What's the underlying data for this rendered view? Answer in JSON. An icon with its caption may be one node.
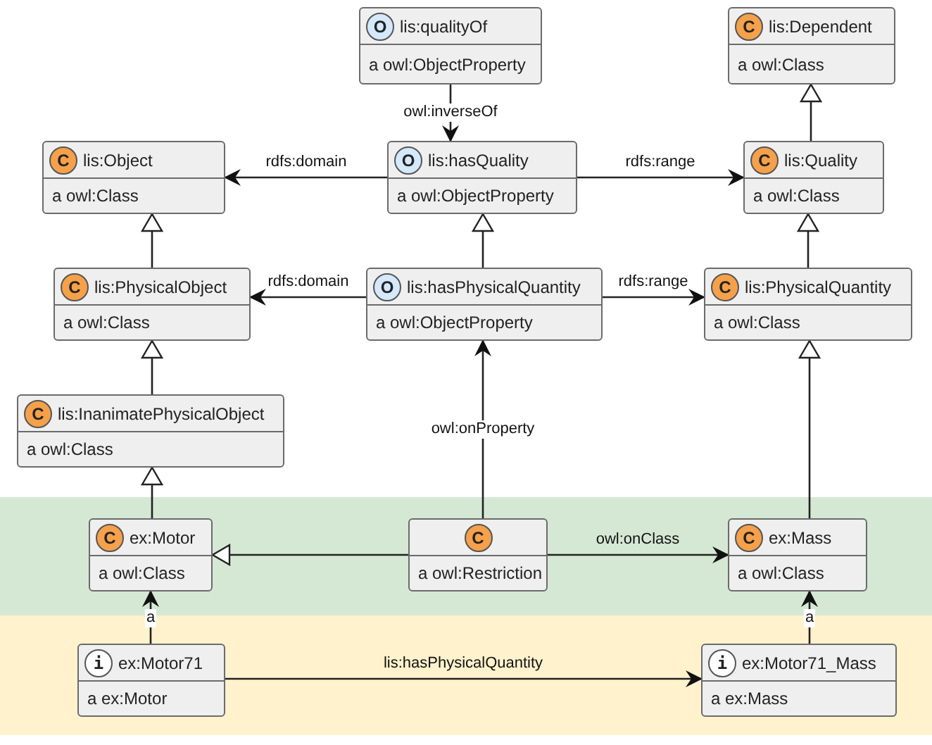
{
  "diagram": {
    "nodes": [
      {
        "text": [
          "O",
          "lis:qualityOf",
          "a owl:ObjectProperty"
        ]
      },
      {
        "text": [
          "C",
          "lis:Dependent",
          "a owl:Class"
        ]
      },
      {
        "text": [
          "C",
          "lis:Object",
          "a owl:Class"
        ]
      },
      {
        "text": [
          "O",
          "lis:hasQuality",
          "a owl:ObjectProperty"
        ]
      },
      {
        "text": [
          "C",
          "lis:Quality",
          "a owl:Class"
        ]
      },
      {
        "text": [
          "C",
          "lis:PhysicalObject",
          "a owl:Class"
        ]
      },
      {
        "text": [
          "O",
          "lis:hasPhysicalQuantity",
          "a owl:ObjectProperty"
        ]
      },
      {
        "text": [
          "C",
          "lis:PhysicalQuantity",
          "a owl:Class"
        ]
      },
      {
        "text": [
          "C",
          "lis:InanimatePhysicalObject",
          "a owl:Class"
        ]
      },
      {
        "text": [],
        "shape": "band"
      },
      {
        "text": [
          "C",
          "ex:Motor",
          "a owl:Class"
        ],
        "in": 9
      },
      {
        "text": [
          "C",
          "a owl:Restriction"
        ],
        "in": 9
      },
      {
        "text": [
          "C",
          "ex:Mass",
          "a owl:Class"
        ],
        "in": 9
      },
      {
        "text": [],
        "shape": "band"
      },
      {
        "text": [
          "i",
          "ex:Motor71",
          "a ex:Motor"
        ],
        "in": 13
      },
      {
        "text": [
          "i",
          "ex:Motor71_Mass",
          "a ex:Mass"
        ],
        "in": 13
      }
    ],
    "edges": [
      {
        "from": 0,
        "to": 3,
        "arrow": "to",
        "label": "owl:inverseOf"
      },
      {
        "from": 3,
        "to": 2,
        "arrow": "to",
        "label": "rdfs:domain"
      },
      {
        "from": 3,
        "to": 4,
        "arrow": "to",
        "label": "rdfs:range"
      },
      {
        "from": 4,
        "to": 1,
        "arrow": "to"
      },
      {
        "from": 6,
        "to": 3,
        "arrow": "to"
      },
      {
        "from": 6,
        "to": 5,
        "arrow": "to",
        "label": "rdfs:domain"
      },
      {
        "from": 6,
        "to": 7,
        "arrow": "to",
        "label": "rdfs:range"
      },
      {
        "from": 7,
        "to": 4,
        "arrow": "to"
      },
      {
        "from": 5,
        "to": 2,
        "arrow": "to"
      },
      {
        "from": 8,
        "to": 5,
        "arrow": "to"
      },
      {
        "from": 10,
        "to": 8,
        "arrow": "to"
      },
      {
        "from": 11,
        "to": 10,
        "arrow": "to"
      },
      {
        "from": 11,
        "to": 6,
        "arrow": "to",
        "label": "owl:onProperty"
      },
      {
        "from": 11,
        "to": 12,
        "arrow": "to",
        "label": "owl:onClass"
      },
      {
        "from": 12,
        "to": 7,
        "arrow": "to"
      },
      {
        "from": 14,
        "to": 10,
        "arrow": "to",
        "label": "a"
      },
      {
        "from": 15,
        "to": 12,
        "arrow": "to",
        "label": "a"
      },
      {
        "from": 14,
        "to": 15,
        "arrow": "to",
        "label": "lis:hasPhysicalQuantity"
      }
    ]
  }
}
